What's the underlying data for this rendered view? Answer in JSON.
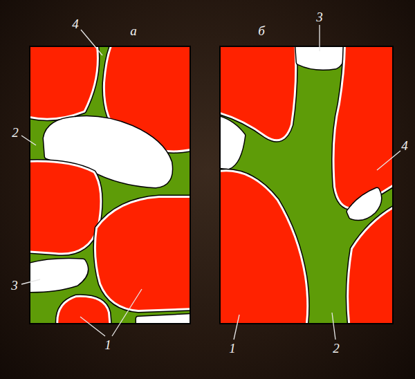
{
  "diagram": {
    "labels": [
      "а",
      "4",
      "2",
      "3",
      "1",
      "б",
      "3",
      "4",
      "1",
      "2"
    ]
  }
}
